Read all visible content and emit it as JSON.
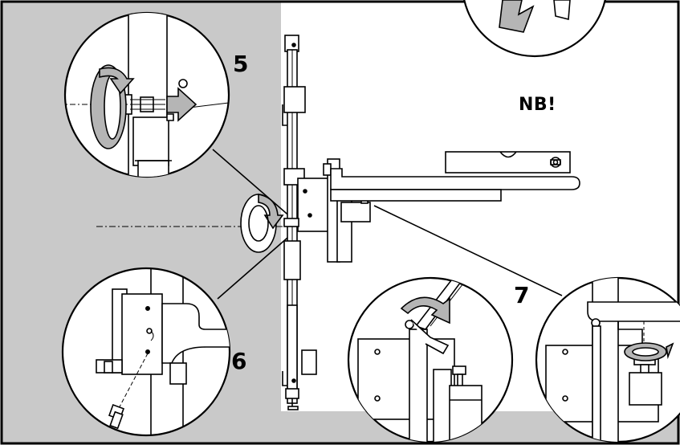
{
  "labels": {
    "step5": "5",
    "step6": "6",
    "step7": "7",
    "note": "NB!"
  },
  "colors": {
    "background_panel": "#c9c9c9",
    "wall": "#ffffff",
    "arrow_fill": "#b5b5b5",
    "line": "#000000"
  },
  "icons": {
    "rotate": "rotate-arrow-icon",
    "push": "push-arrow-icon",
    "level": "spirit-level-icon"
  }
}
